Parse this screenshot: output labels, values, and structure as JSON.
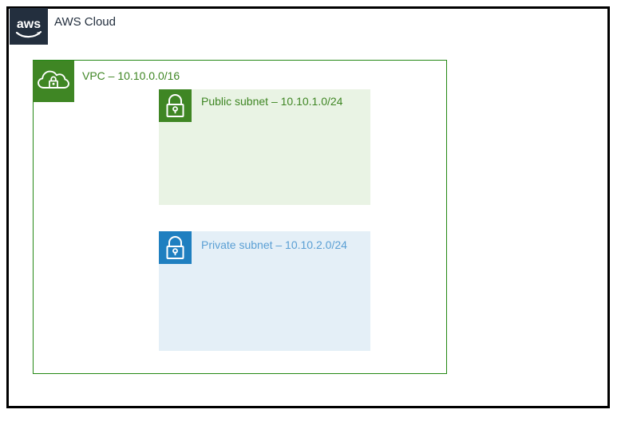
{
  "cloud": {
    "title": "AWS Cloud",
    "logo_icon": "aws-logo-icon",
    "border_color": "#000000"
  },
  "vpc": {
    "label": "VPC – 10.10.0.0/16",
    "icon": "vpc-cloud-lock-icon",
    "border_color": "#248814",
    "icon_bg": "#3F8624",
    "label_color": "#3F8624"
  },
  "subnets": [
    {
      "label": "Public subnet – 10.10.1.0/24",
      "icon": "padlock-icon",
      "icon_bg": "#3F8624",
      "fill": "#E9F3E4",
      "label_color": "#3F8624"
    },
    {
      "label": "Private subnet – 10.10.2.0/24",
      "icon": "padlock-icon",
      "icon_bg": "#1F7FC0",
      "fill": "#E4EFF7",
      "label_color": "#5A9FD4"
    }
  ]
}
